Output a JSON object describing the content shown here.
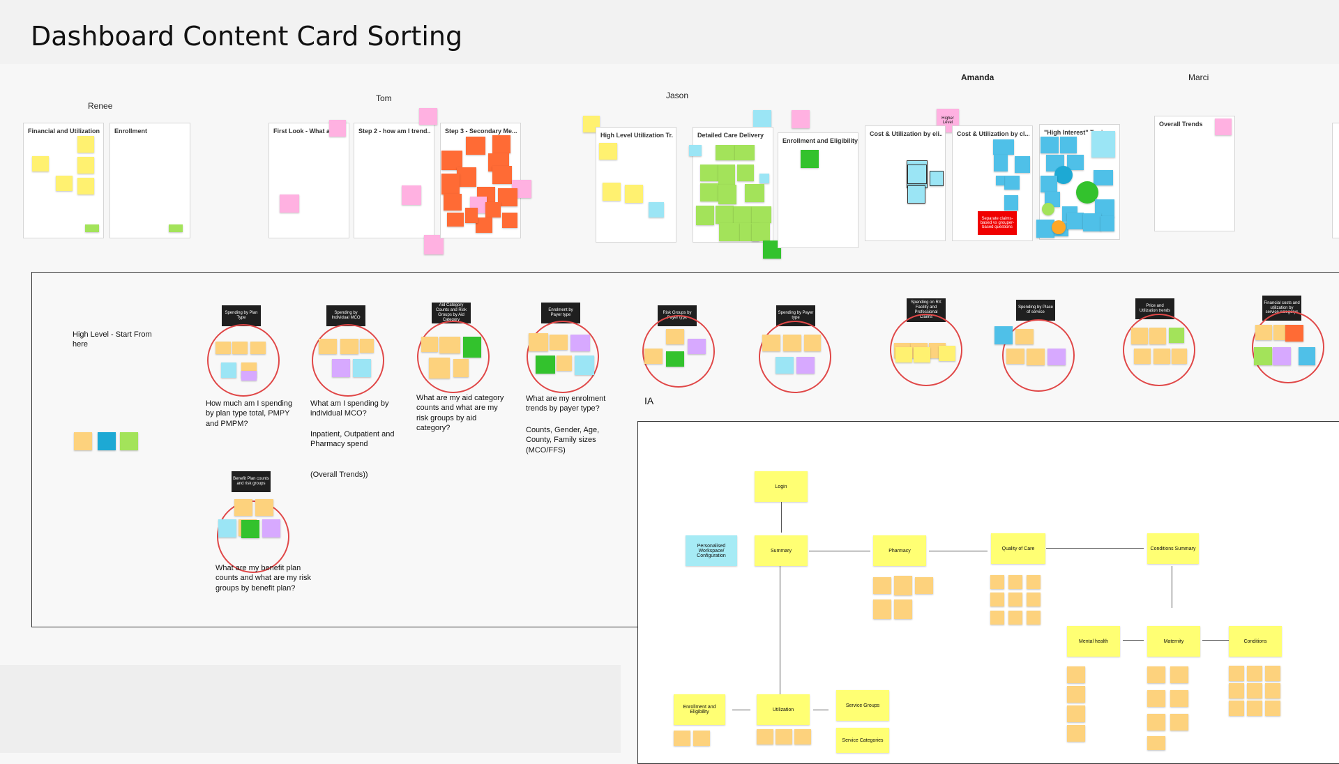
{
  "page": {
    "title": "Dashboard Content Card Sorting"
  },
  "people": [
    "Renee",
    "Tom",
    "Jason",
    "Amanda",
    "Marci"
  ],
  "frames": {
    "renee_1": "Financial and Utilization",
    "renee_2": "Enrollment",
    "tom_1": "First Look - What ar",
    "tom_2": "Step 2 - how am I trend...",
    "tom_3": "Step 3 - Secondary Me...",
    "jason_1": "High Level Utilization Tr...",
    "jason_2": "Detailed Care Delivery",
    "jason_3": "Enrollment and Eligibility",
    "amanda_1": "Cost & Utilization by eli...",
    "amanda_2": "Cost & Utilization by cl...",
    "amanda_3": "\"High Interest\" Topics",
    "marci_1": "Overall Trends"
  },
  "amanda_extras": {
    "higher_level": "Higher Level",
    "separate_claims": "Separate claims-based vs grouper-based questions"
  },
  "section": {
    "start_label": "High Level - Start From here",
    "ia_label": "IA"
  },
  "clusters": [
    {
      "label": "Spending by Plan Type",
      "question": "How much am I spending by plan type total, PMPY and PMPM?"
    },
    {
      "label": "Spending by Individual MCO",
      "question": "What am I spending by individual MCO?",
      "extra1": "Inpatient, Outpatient and Pharmacy spend",
      "extra2": "(Overall Trends))"
    },
    {
      "label": "Aid Category Counts and Risk Groups by Aid Category",
      "question": "What are my aid category counts and what are my risk groups by aid category?"
    },
    {
      "label": "Enrolment by Payer type",
      "question": "What are my enrolment trends by payer type?",
      "extra1": "Counts, Gender, Age, County, Family sizes (MCO/FFS)"
    },
    {
      "label": "Risk Groups by Payer type"
    },
    {
      "label": "Spending by Payer type"
    },
    {
      "label": "Spending on RX Facility and Professional Claims"
    },
    {
      "label": "Spending by Place of service"
    },
    {
      "label": "Price and Utilization trends"
    },
    {
      "label": "Financial costs and utilization by service categorys"
    },
    {
      "label": "Benefit Plan counts and risk groups",
      "question": "What are my benefit plan counts and what are my risk groups by benefit plan?"
    }
  ],
  "ia": {
    "login": "Login",
    "personalised": "Personalised Workspace/ Configuration",
    "summary": "Summary",
    "pharmacy": "Pharmacy",
    "quality": "Quality of Care",
    "conditions_summary": "Conditions Summary",
    "mental_health": "Mental health",
    "maternity": "Maternity",
    "conditions": "Conditions",
    "enrollment": "Enrollment and Eligibility",
    "utilization": "Utilization",
    "service_groups": "Service Groups",
    "service_categories": "Service Categories"
  },
  "colors": {
    "yellow": "#fff170",
    "orange": "#fdd27d",
    "red": "#ff6b35",
    "green": "#a3e35a",
    "dark_green": "#33c22d",
    "blue": "#4fc0e8",
    "light_blue": "#9be5f5",
    "pink": "#ffb1e1",
    "purple": "#d7a9ff",
    "circle_outline": "#e04848"
  }
}
